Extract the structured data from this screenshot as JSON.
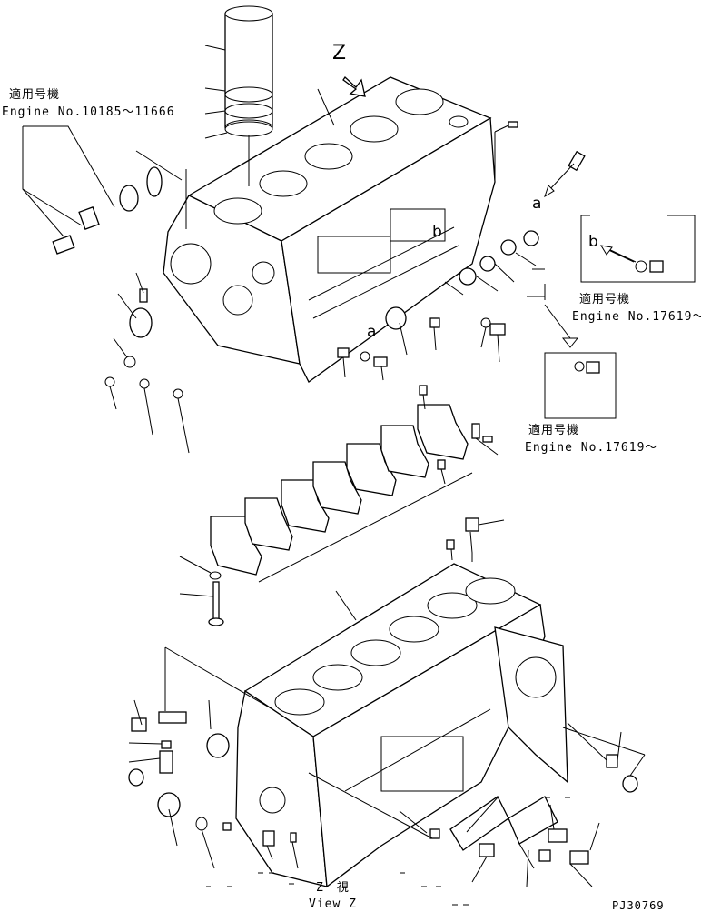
{
  "labels": {
    "applicable_serial_jp_1": "適用号機",
    "engine_range_1": "Engine No.10185～11666",
    "applicable_serial_jp_2": "適用号機",
    "engine_range_2": "Engine No.17619～",
    "applicable_serial_jp_3": "適用号機",
    "engine_range_3": "Engine No.17619～",
    "view_marker": "Z",
    "callout_a_1": "a",
    "callout_a_2": "a",
    "callout_b_1": "b",
    "callout_b_2": "b",
    "view_z_jp": "Z　視",
    "view_z_en": "View Z",
    "drawing_number": "PJ30769"
  },
  "icons": {
    "direction_arrow": "arrow-icon"
  }
}
